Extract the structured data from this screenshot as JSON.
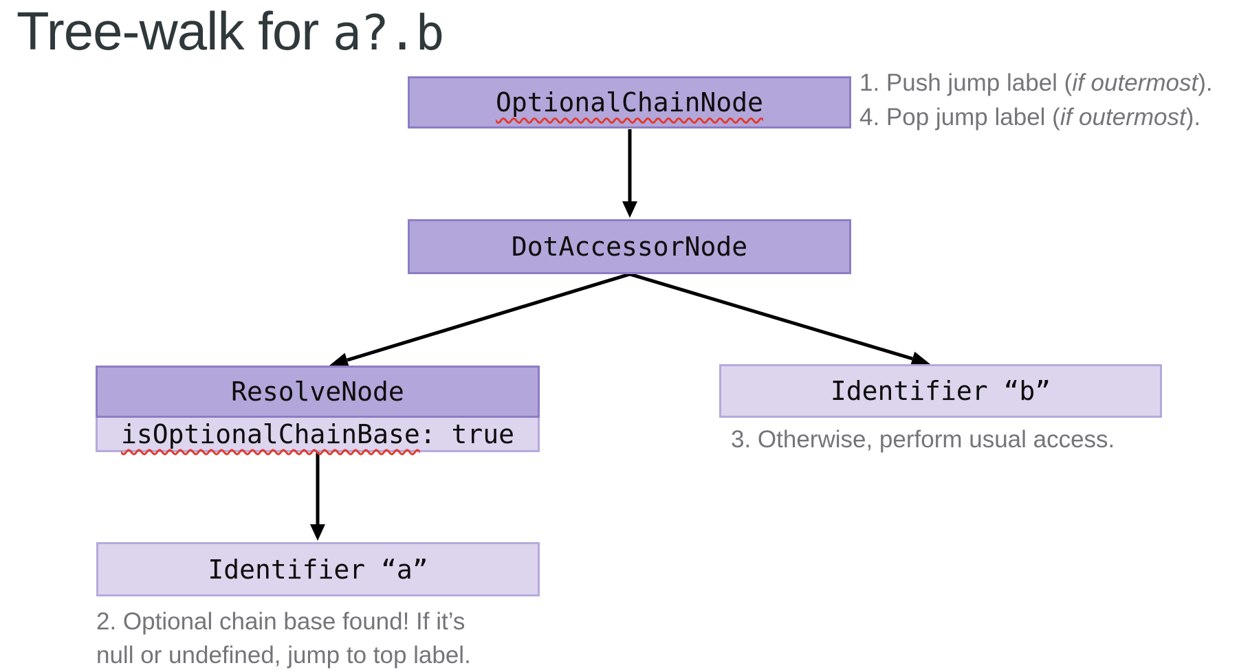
{
  "title": {
    "prefix": "Tree-walk for ",
    "code": "a?.b"
  },
  "nodes": {
    "optional_chain": {
      "label": "OptionalChainNode"
    },
    "dot_accessor": {
      "label": "DotAccessorNode"
    },
    "resolve": {
      "label": "ResolveNode",
      "property_name": "isOptionalChainBase",
      "property_value_suffix": ": true"
    },
    "identifier_a": {
      "label": "Identifier “a”"
    },
    "identifier_b": {
      "label": "Identifier “b”"
    }
  },
  "annotations": {
    "step1": {
      "prefix": "1. Push jump label (",
      "emphasis": "if outermost",
      "suffix": ")."
    },
    "step4": {
      "prefix": "4. Pop jump label (",
      "emphasis": "if outermost",
      "suffix": ")."
    },
    "step2": {
      "line1": "2. Optional chain base found! If it’s",
      "line2": "null or undefined, jump to top label."
    },
    "step3": {
      "text": "3. Otherwise, perform usual access."
    }
  },
  "colors": {
    "node_fill": "#b3a6da",
    "node_border": "#8d7cc5",
    "leaf_fill": "#ddd5ed",
    "leaf_border": "#b5a9dc",
    "arrow": "#000000",
    "annotation_text": "#747578",
    "title_text": "#2f383a",
    "squiggle": "#e23b2e"
  }
}
